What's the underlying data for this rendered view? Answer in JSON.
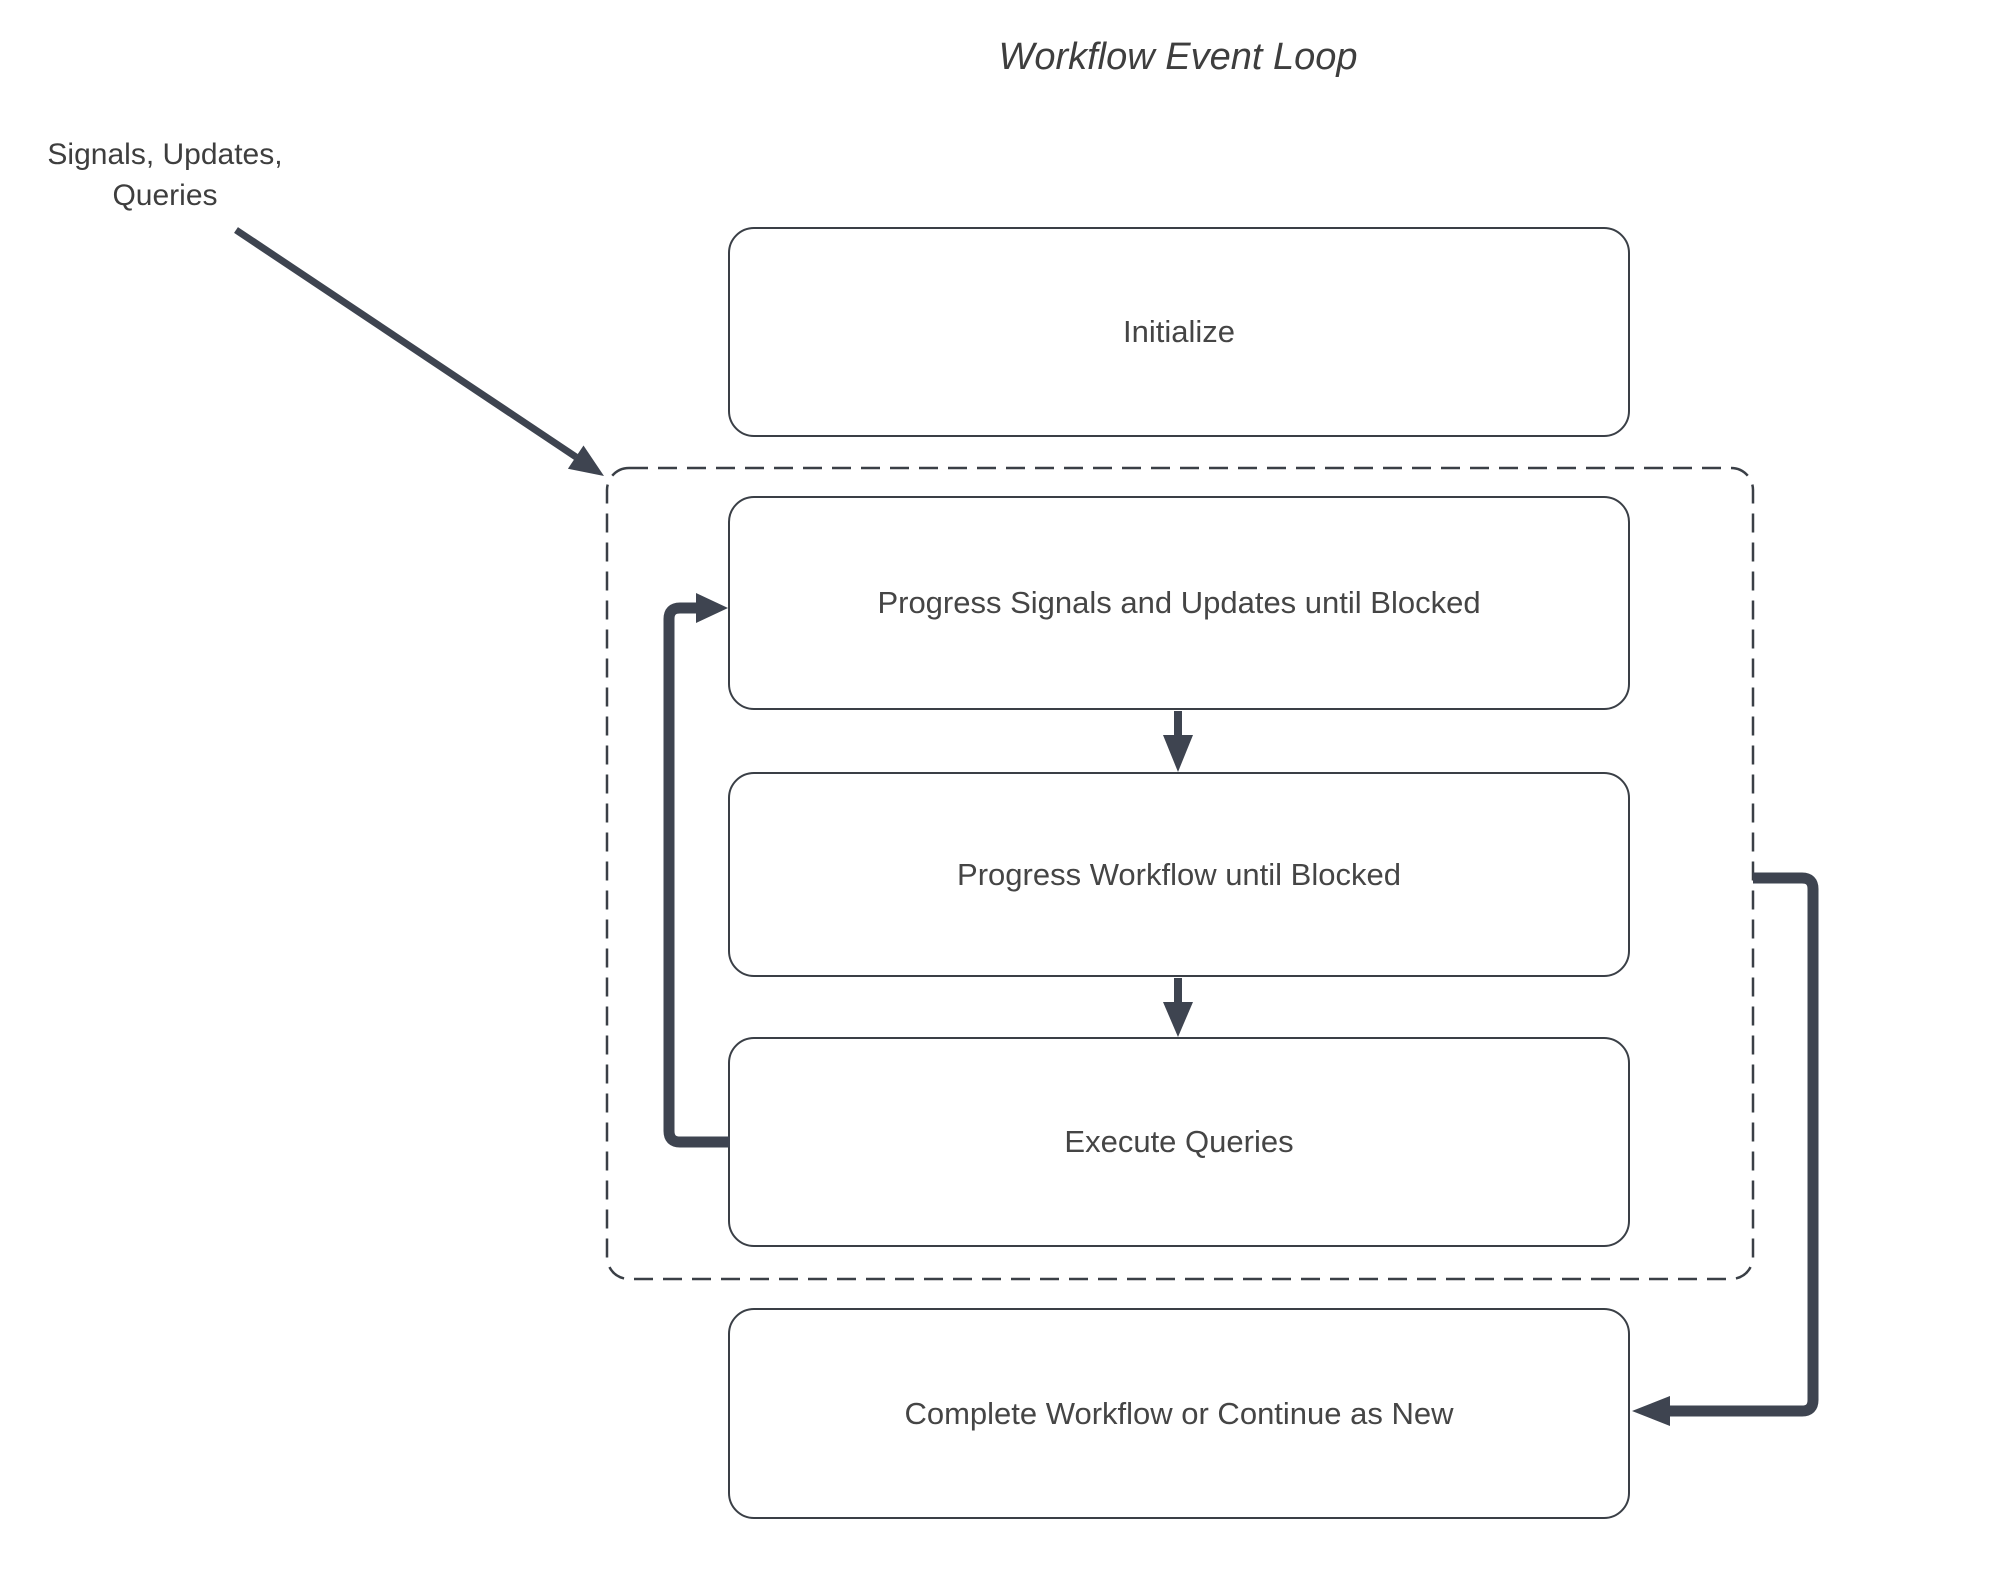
{
  "title": "Workflow Event Loop",
  "annotation": {
    "line1": "Signals, Updates,",
    "line2": "Queries"
  },
  "nodes": {
    "initialize": {
      "label": "Initialize"
    },
    "progress_signals": {
      "label": "Progress Signals and Updates until Blocked"
    },
    "progress_workflow": {
      "label": "Progress Workflow until Blocked"
    },
    "execute_queries": {
      "label": "Execute Queries"
    },
    "complete": {
      "label": "Complete Workflow or Continue as New"
    }
  },
  "container": {
    "description": "dashed rounded rectangle enclosing the three loop steps"
  },
  "edges": [
    {
      "from": "signals-updates-queries-annotation",
      "to": "event-loop-container",
      "style": "thin-diagonal-arrow"
    },
    {
      "from": "progress_signals",
      "to": "progress_workflow",
      "style": "short-down-arrow"
    },
    {
      "from": "progress_workflow",
      "to": "execute_queries",
      "style": "short-down-arrow"
    },
    {
      "from": "execute_queries",
      "to": "progress_signals",
      "style": "thick-left-loopback-arrow"
    },
    {
      "from": "event-loop-container-right",
      "to": "complete",
      "style": "thick-right-side-arrow"
    }
  ],
  "colors": {
    "background": "#ffffff",
    "node_border": "#3a3f46",
    "dashed_border": "#3a3f46",
    "arrow": "#3e4450",
    "text": "#454545",
    "title_text": "#3e3e3e"
  }
}
